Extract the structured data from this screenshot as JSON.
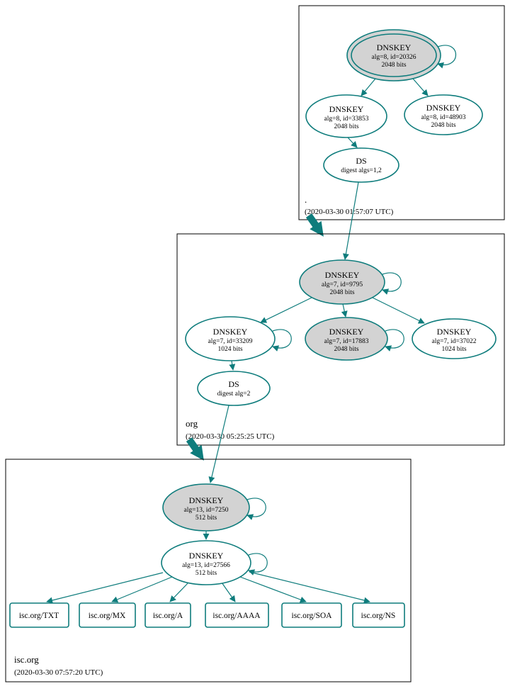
{
  "colors": {
    "accent_teal": "#0e7c7c",
    "sep_key_fill": "#d3d3d3",
    "zone_border": "#000000",
    "background": "#ffffff"
  },
  "zones": {
    "root": {
      "label": ".",
      "timestamp": "(2020-03-30 01:57:07 UTC)",
      "nodes": {
        "ksk": {
          "type": "DNSKEY",
          "detail": "alg=8, id=20326",
          "bits": "2048 bits"
        },
        "zsk1": {
          "type": "DNSKEY",
          "detail": "alg=8, id=33853",
          "bits": "2048 bits"
        },
        "zsk2": {
          "type": "DNSKEY",
          "detail": "alg=8, id=48903",
          "bits": "2048 bits"
        },
        "ds": {
          "type": "DS",
          "detail": "digest algs=1,2"
        }
      }
    },
    "org": {
      "label": "org",
      "timestamp": "(2020-03-30 05:25:25 UTC)",
      "nodes": {
        "ksk": {
          "type": "DNSKEY",
          "detail": "alg=7, id=9795",
          "bits": "2048 bits"
        },
        "zsk1": {
          "type": "DNSKEY",
          "detail": "alg=7, id=33209",
          "bits": "1024 bits"
        },
        "ksk2": {
          "type": "DNSKEY",
          "detail": "alg=7, id=17883",
          "bits": "2048 bits"
        },
        "zsk2": {
          "type": "DNSKEY",
          "detail": "alg=7, id=37022",
          "bits": "1024 bits"
        },
        "ds": {
          "type": "DS",
          "detail": "digest alg=2"
        }
      }
    },
    "isc_org": {
      "label": "isc.org",
      "timestamp": "(2020-03-30 07:57:20 UTC)",
      "nodes": {
        "ksk": {
          "type": "DNSKEY",
          "detail": "alg=13, id=7250",
          "bits": "512 bits"
        },
        "zsk": {
          "type": "DNSKEY",
          "detail": "alg=13, id=27566",
          "bits": "512 bits"
        }
      },
      "rrsets": [
        "isc.org/TXT",
        "isc.org/MX",
        "isc.org/A",
        "isc.org/AAAA",
        "isc.org/SOA",
        "isc.org/NS"
      ]
    }
  }
}
